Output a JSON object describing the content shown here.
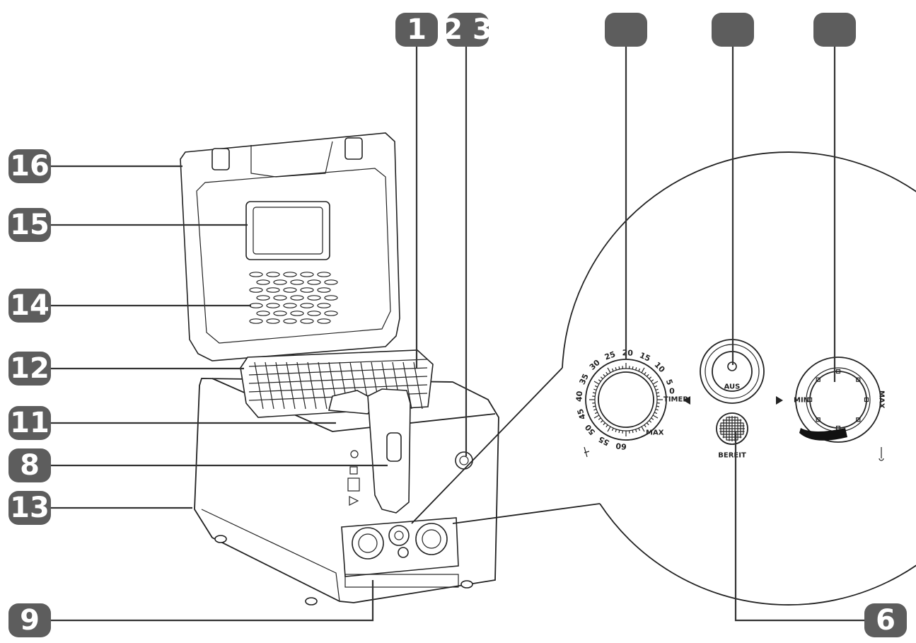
{
  "callouts": [
    {
      "id": "1",
      "label": "1"
    },
    {
      "id": "23",
      "label": "2 3"
    },
    {
      "id": "a",
      "label": ""
    },
    {
      "id": "b",
      "label": ""
    },
    {
      "id": "c",
      "label": ""
    },
    {
      "id": "16",
      "label": "16"
    },
    {
      "id": "15",
      "label": "15"
    },
    {
      "id": "14",
      "label": "14"
    },
    {
      "id": "12",
      "label": "12"
    },
    {
      "id": "11",
      "label": "11"
    },
    {
      "id": "8",
      "label": "8"
    },
    {
      "id": "13",
      "label": "13"
    },
    {
      "id": "9",
      "label": "9"
    },
    {
      "id": "6",
      "label": "6"
    }
  ],
  "timer_dial": {
    "numbers": [
      "0",
      "5",
      "10",
      "15",
      "20",
      "25",
      "30",
      "35",
      "40",
      "45",
      "50",
      "55",
      "60"
    ],
    "timer_label": "TIMER",
    "max_label": "MAX"
  },
  "off_knob": {
    "label": "AUS"
  },
  "ready_light": {
    "label": "BEREIT"
  },
  "temp_dial": {
    "min_label": "MIN",
    "max_label": "MAX"
  },
  "colors": {
    "badge": "#5d5d5d",
    "line": "#222222"
  }
}
